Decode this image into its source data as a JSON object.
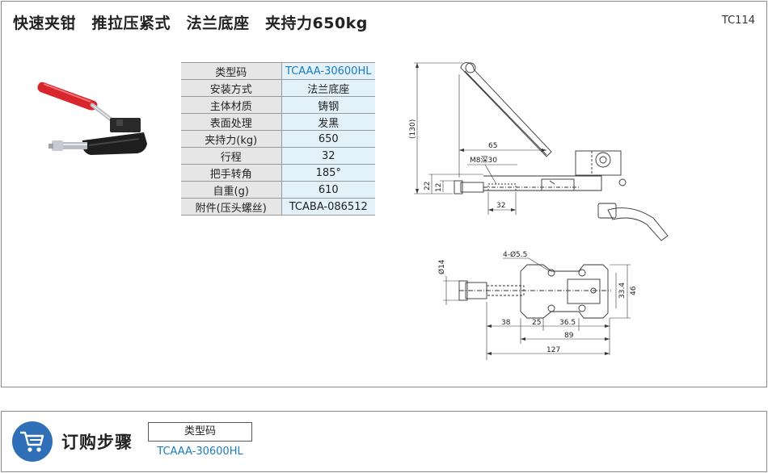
{
  "header": {
    "title": "快速夹钳　推拉压紧式　法兰底座　夹持力650kg",
    "code": "TC114"
  },
  "spec_table": [
    {
      "label": "类型码",
      "value": "TCAAA-30600HL",
      "highlight": true
    },
    {
      "label": "安装方式",
      "value": "法兰底座"
    },
    {
      "label": "主体材质",
      "value": "铸钢"
    },
    {
      "label": "表面处理",
      "value": "发黑"
    },
    {
      "label": "夹持力(kg)",
      "value": "650"
    },
    {
      "label": "行程",
      "value": "32"
    },
    {
      "label": "把手转角",
      "value": "185°"
    },
    {
      "label": "自重(g)",
      "value": "610"
    },
    {
      "label": "附件(压头螺丝)",
      "value": "TCABA-086512"
    }
  ],
  "side_drawing": {
    "dim_height": "(130)",
    "dim_65": "65",
    "dim_thread": "M8深30",
    "dim_22": "22",
    "dim_12": "12",
    "dim_32": "32"
  },
  "top_drawing": {
    "dim_holes": "4-Ø5.5",
    "dim_dia": "Ø14",
    "dim_33_4": "33.4",
    "dim_46": "46",
    "dim_38": "38",
    "dim_25": "25",
    "dim_36_5": "36.5",
    "dim_89": "89",
    "dim_127": "127"
  },
  "footer": {
    "title": "订购步骤",
    "order_header": "类型码",
    "order_value": "TCAAA-30600HL",
    "icon": "cart-icon"
  },
  "colors": {
    "accent_blue": "#1a7bbf",
    "icon_circle": "#2e6fb7",
    "label_bg": "#e6e6e6",
    "value_bg": "#e3f1fb",
    "handle_red": "#d8262c"
  }
}
